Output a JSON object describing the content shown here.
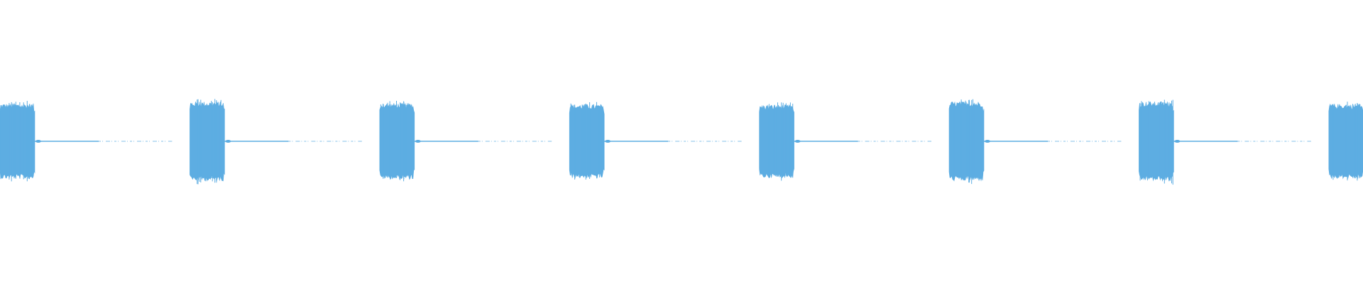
{
  "waveform": {
    "color": "#5dade2",
    "background": "#ffffff",
    "burst_count": 8,
    "bursts": [
      {
        "index": 0,
        "relative_amplitude": 0.95
      },
      {
        "index": 1,
        "relative_amplitude": 1.0
      },
      {
        "index": 2,
        "relative_amplitude": 0.96
      },
      {
        "index": 3,
        "relative_amplitude": 0.93
      },
      {
        "index": 4,
        "relative_amplitude": 0.92
      },
      {
        "index": 5,
        "relative_amplitude": 1.0
      },
      {
        "index": 6,
        "relative_amplitude": 1.0
      },
      {
        "index": 7,
        "relative_amplitude": 0.94
      }
    ],
    "silence_relative_amplitude": 0.02
  }
}
